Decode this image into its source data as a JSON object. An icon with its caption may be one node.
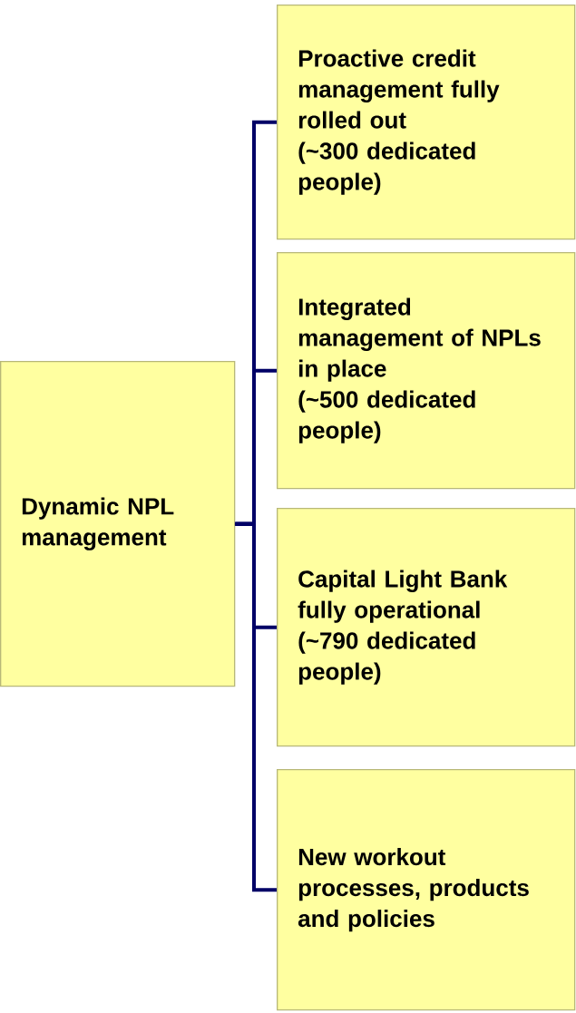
{
  "diagram": {
    "nodes": [
      {
        "text": [
          "Dynamic NPL management"
        ]
      },
      {
        "text": [
          "Proactive credit management fully rolled out",
          "(~300 dedicated people)"
        ]
      },
      {
        "text": [
          "Integrated management of NPLs in place",
          "(~500 dedicated people)"
        ]
      },
      {
        "text": [
          "Capital Light Bank fully operational",
          "(~790 dedicated people)"
        ]
      },
      {
        "text": [
          "New workout processes, products and policies"
        ]
      }
    ],
    "edges": [
      {
        "from": 0,
        "to": 1,
        "arrow": "none"
      },
      {
        "from": 0,
        "to": 2,
        "arrow": "none"
      },
      {
        "from": 0,
        "to": 3,
        "arrow": "none"
      },
      {
        "from": 0,
        "to": 4,
        "arrow": "none"
      }
    ]
  }
}
